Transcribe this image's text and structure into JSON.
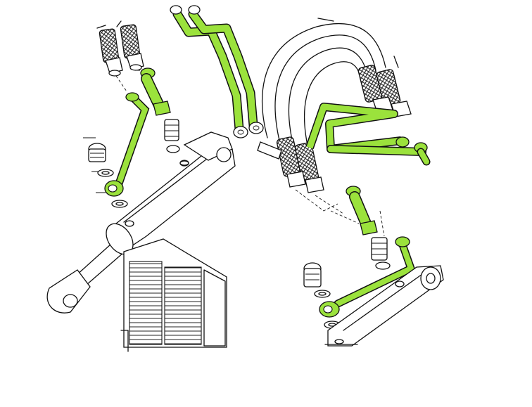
{
  "diagram": {
    "highlight_color": "#9be23c",
    "line_color": "#111111",
    "background": "#ffffff",
    "components": [
      "hydraulic-cylinder-left",
      "hydraulic-cylinder-right",
      "radiator-grille",
      "hose-assembly-braided",
      "rigid-tube-highlighted",
      "banjo-bolt",
      "sealing-washer",
      "adapter-fitting"
    ]
  }
}
